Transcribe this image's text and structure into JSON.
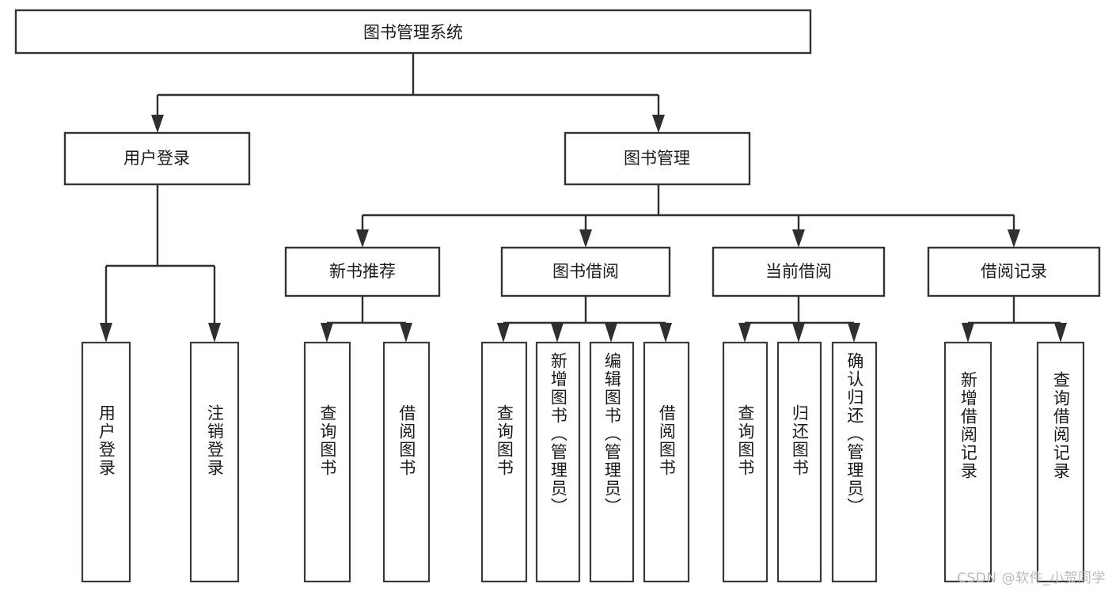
{
  "diagram": {
    "type": "tree-hierarchy-chart",
    "title_node": {
      "label": "图书管理系统"
    },
    "level2": [
      {
        "id": "user-login",
        "label": "用户登录"
      },
      {
        "id": "book-management",
        "label": "图书管理"
      }
    ],
    "level3": [
      {
        "id": "new-book-recommend",
        "label": "新书推荐",
        "parent": "book-management"
      },
      {
        "id": "book-borrow",
        "label": "图书借阅",
        "parent": "book-management"
      },
      {
        "id": "current-borrow",
        "label": "当前借阅",
        "parent": "book-management"
      },
      {
        "id": "borrow-record",
        "label": "借阅记录",
        "parent": "book-management"
      }
    ],
    "leaves": [
      {
        "id": "leaf-user-login",
        "label": "用户登录",
        "parent": "user-login"
      },
      {
        "id": "leaf-logout-login",
        "label": "注销登录",
        "parent": "user-login"
      },
      {
        "id": "leaf-query-book-1",
        "label": "查询图书",
        "parent": "new-book-recommend"
      },
      {
        "id": "leaf-borrow-book-1",
        "label": "借阅图书",
        "parent": "new-book-recommend"
      },
      {
        "id": "leaf-query-book-2",
        "label": "查询图书",
        "parent": "book-borrow"
      },
      {
        "id": "leaf-add-book",
        "label": "新增图书（管理员）",
        "parent": "book-borrow"
      },
      {
        "id": "leaf-edit-book",
        "label": "编辑图书（管理员）",
        "parent": "book-borrow"
      },
      {
        "id": "leaf-borrow-book-2",
        "label": "借阅图书",
        "parent": "book-borrow"
      },
      {
        "id": "leaf-query-book-3",
        "label": "查询图书",
        "parent": "current-borrow"
      },
      {
        "id": "leaf-return-book",
        "label": "归还图书",
        "parent": "current-borrow"
      },
      {
        "id": "leaf-confirm-return",
        "label": "确认归还（管理员）",
        "parent": "current-borrow"
      },
      {
        "id": "leaf-add-record",
        "label": "新增借阅记录",
        "parent": "borrow-record"
      },
      {
        "id": "leaf-query-record",
        "label": "查询借阅记录",
        "parent": "borrow-record"
      }
    ],
    "colors": {
      "box_stroke": "#333333",
      "box_fill": "#ffffff",
      "edge": "#2f2f2f",
      "text": "#1a1a1a",
      "background": "#ffffff",
      "watermark": "#b9b9b9"
    }
  },
  "watermark": {
    "text": "CSDN @软件_小贺同学"
  }
}
